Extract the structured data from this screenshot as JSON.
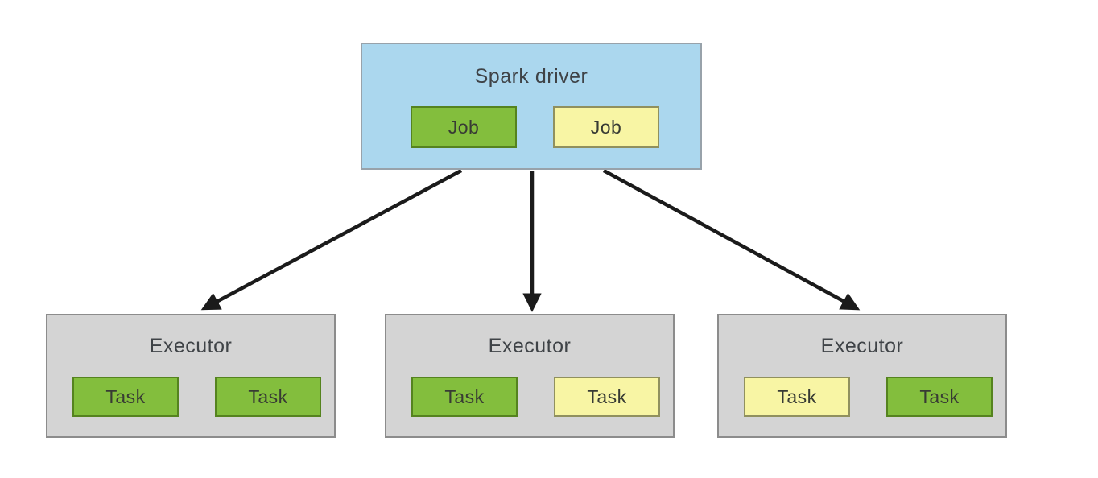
{
  "diagram": {
    "driver": {
      "title": "Spark driver",
      "jobs": [
        {
          "label": "Job",
          "variant": "green"
        },
        {
          "label": "Job",
          "variant": "yellow"
        }
      ]
    },
    "executors": [
      {
        "title": "Executor",
        "tasks": [
          {
            "label": "Task",
            "variant": "green"
          },
          {
            "label": "Task",
            "variant": "green"
          }
        ]
      },
      {
        "title": "Executor",
        "tasks": [
          {
            "label": "Task",
            "variant": "green"
          },
          {
            "label": "Task",
            "variant": "yellow"
          }
        ]
      },
      {
        "title": "Executor",
        "tasks": [
          {
            "label": "Task",
            "variant": "yellow"
          },
          {
            "label": "Task",
            "variant": "green"
          }
        ]
      }
    ]
  },
  "colors": {
    "driver-fill": "#abd7ee",
    "driver-border": "#98a2aa",
    "executor-fill": "#d4d4d4",
    "executor-border": "#8c8c8c",
    "green-fill": "#83be3d",
    "green-border": "#55831f",
    "yellow-fill": "#f8f5a4",
    "yellow-border": "#90905e",
    "arrow": "#1b1b1b",
    "text": "#3f4347"
  }
}
